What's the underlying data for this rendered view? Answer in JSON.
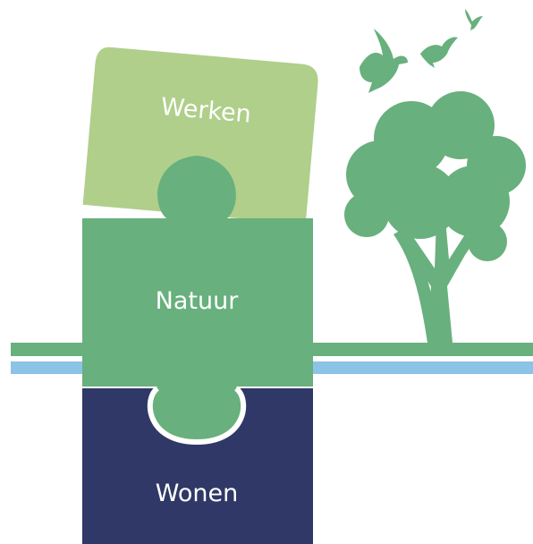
{
  "pieces": {
    "werken": {
      "label": "Werken",
      "color": "#afcf8b"
    },
    "natuur": {
      "label": "Natuur",
      "color": "#68b07d"
    },
    "wonen": {
      "label": "Wonen",
      "color": "#2f3866"
    }
  },
  "colors": {
    "ground_green": "#68b07d",
    "ground_blue": "#8cc3e6",
    "tree": "#68b07d",
    "birds": "#68b07d",
    "background": "#ffffff"
  },
  "icons": [
    "tree-icon",
    "bird-icon"
  ]
}
